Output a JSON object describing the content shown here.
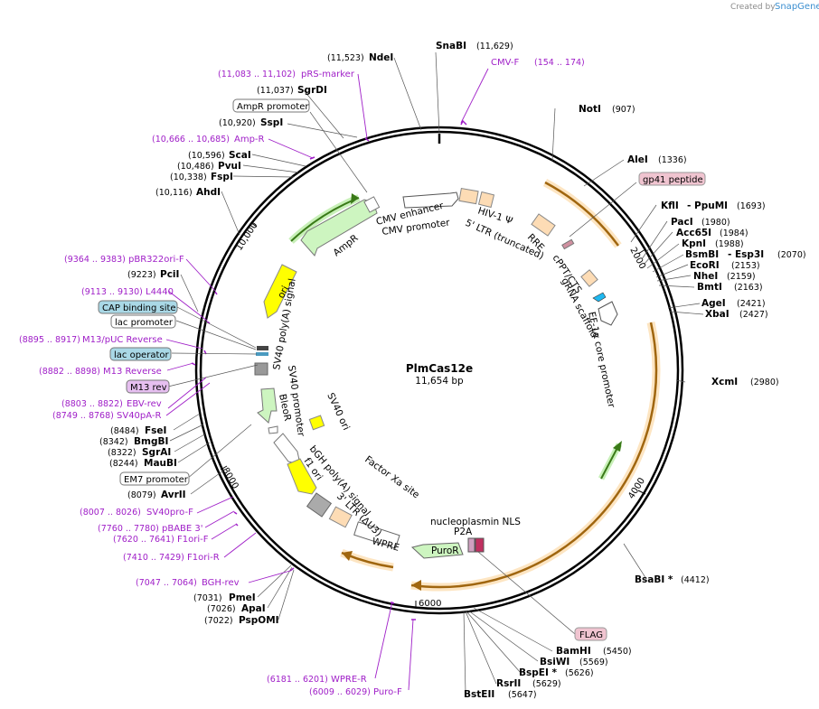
{
  "credit": {
    "prefix": "Created by",
    "brand": "SnapGene"
  },
  "map": {
    "name": "PlmCas12e",
    "size": "11,654 bp"
  },
  "ticks": [
    "2000",
    "4000",
    "6000",
    "8000",
    "10,000"
  ],
  "enzymes": [
    {
      "name": "SnaBI",
      "pos": "(11,629)"
    },
    {
      "name": "NdeI",
      "pos": "(11,523)"
    },
    {
      "name": "SgrDI",
      "pos": "(11,037)"
    },
    {
      "name": "SspI",
      "pos": "(10,920)"
    },
    {
      "name": "ScaI",
      "pos": "(10,596)"
    },
    {
      "name": "PvuI",
      "pos": "(10,486)"
    },
    {
      "name": "FspI",
      "pos": "(10,338)"
    },
    {
      "name": "AhdI",
      "pos": "(10,116)"
    },
    {
      "name": "PciI",
      "pos": "(9223)"
    },
    {
      "name": "FseI",
      "pos": "(8484)"
    },
    {
      "name": "BmgBI",
      "pos": "(8342)"
    },
    {
      "name": "SgrAI",
      "pos": "(8322)"
    },
    {
      "name": "MauBI",
      "pos": "(8244)"
    },
    {
      "name": "AvrII",
      "pos": "(8079)"
    },
    {
      "name": "PmeI",
      "pos": "(7031)"
    },
    {
      "name": "ApaI",
      "pos": "(7026)"
    },
    {
      "name": "PspOMI",
      "pos": "(7022)"
    },
    {
      "name": "NotI",
      "pos": "(907)"
    },
    {
      "name": "AleI",
      "pos": "(1336)"
    },
    {
      "name": "KflI",
      "pos": ""
    },
    {
      "name": "- PpuMI",
      "pos": "(1693)"
    },
    {
      "name": "PacI",
      "pos": "(1980)"
    },
    {
      "name": "Acc65I",
      "pos": "(1984)"
    },
    {
      "name": "KpnI",
      "pos": "(1988)"
    },
    {
      "name": "BsmBI",
      "pos": ""
    },
    {
      "name": "- Esp3I",
      "pos": "(2070)"
    },
    {
      "name": "EcoRI",
      "pos": "(2153)"
    },
    {
      "name": "NheI",
      "pos": "(2159)"
    },
    {
      "name": "BmtI",
      "pos": "(2163)"
    },
    {
      "name": "AgeI",
      "pos": "(2421)"
    },
    {
      "name": "XbaI",
      "pos": "(2427)"
    },
    {
      "name": "XcmI",
      "pos": "(2980)"
    },
    {
      "name": "BsaBI *",
      "pos": "(4412)"
    },
    {
      "name": "BamHI",
      "pos": "(5450)"
    },
    {
      "name": "BsiWI",
      "pos": "(5569)"
    },
    {
      "name": "BspEI *",
      "pos": "(5626)"
    },
    {
      "name": "RsrII",
      "pos": "(5629)"
    },
    {
      "name": "BstEII",
      "pos": "(5647)"
    }
  ],
  "primers": [
    {
      "name": "CMV-F",
      "pos": "(154 .. 174)"
    },
    {
      "name": "pRS-marker",
      "pos": "(11,083 .. 11,102)"
    },
    {
      "name": "Amp-R",
      "pos": "(10,666 .. 10,685)"
    },
    {
      "name": "pBR322ori-F",
      "pos": "(9364 .. 9383)"
    },
    {
      "name": "L4440",
      "pos": "(9113 .. 9130)"
    },
    {
      "name": "M13/pUC Reverse",
      "pos": "(8895 .. 8917)"
    },
    {
      "name": "M13 Reverse",
      "pos": "(8882 .. 8898)"
    },
    {
      "name": "EBV-rev",
      "pos": "(8803 .. 8822)"
    },
    {
      "name": "SV40pA-R",
      "pos": "(8749 .. 8768)"
    },
    {
      "name": "SV40pro-F",
      "pos": "(8007 .. 8026)"
    },
    {
      "name": "pBABE 3'",
      "pos": "(7760 .. 7780)"
    },
    {
      "name": "F1ori-F",
      "pos": "(7620 .. 7641)"
    },
    {
      "name": "F1ori-R",
      "pos": "(7410 .. 7429)"
    },
    {
      "name": "BGH-rev",
      "pos": "(7047 .. 7064)"
    },
    {
      "name": "WPRE-R",
      "pos": "(6181 .. 6201)"
    },
    {
      "name": "Puro-F",
      "pos": "(6009 .. 6029)"
    }
  ],
  "boxed_labels": [
    {
      "text": "AmpR promoter",
      "style": "white"
    },
    {
      "text": "gp41 peptide",
      "style": "pink"
    },
    {
      "text": "CAP binding site",
      "style": "blue"
    },
    {
      "text": "lac promoter",
      "style": "white"
    },
    {
      "text": "lac operator",
      "style": "blue"
    },
    {
      "text": "M13 rev",
      "style": "purple"
    },
    {
      "text": "EM7 promoter",
      "style": "white"
    },
    {
      "text": "FLAG",
      "style": "pink"
    }
  ],
  "features": [
    "CMV enhancer",
    "CMV promoter",
    "HIV-1 Ψ",
    "5' LTR (truncated)",
    "RRE",
    "cPPT/CTS",
    "gRNA scaffold",
    "EF-1α core promoter",
    "AmpR",
    "ori",
    "SV40 poly(A) signal",
    "SV40 promoter",
    "BleoR",
    "SV40 ori",
    "f1 ori",
    "bGH poly(A) signal",
    "3' LTR (ΔU3)",
    "Factor Xa site",
    "WPRE",
    "PuroR",
    "P2A",
    "nucleoplasmin NLS"
  ],
  "colors": {
    "primer": "#a020c8",
    "backbone": "#000000",
    "ampr": "#cdf5c0",
    "ori": "#ffff00",
    "ltr": "#fddcb5",
    "cas_orange": "#f2a23a",
    "purple_box": "#e6bff0",
    "pink_box": "#f0c4d0",
    "blue_box": "#a9d8e6"
  }
}
